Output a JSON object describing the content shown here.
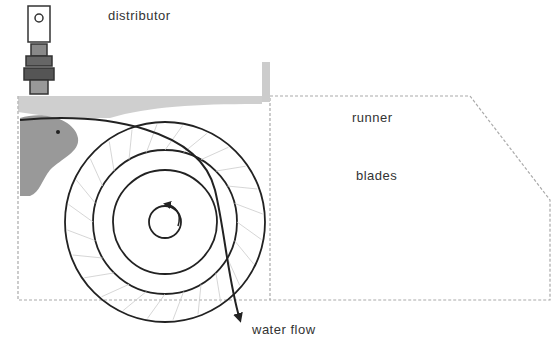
{
  "diagram": {
    "labels": [
      "distributor",
      "runner",
      "blades",
      "water flow"
    ]
  }
}
